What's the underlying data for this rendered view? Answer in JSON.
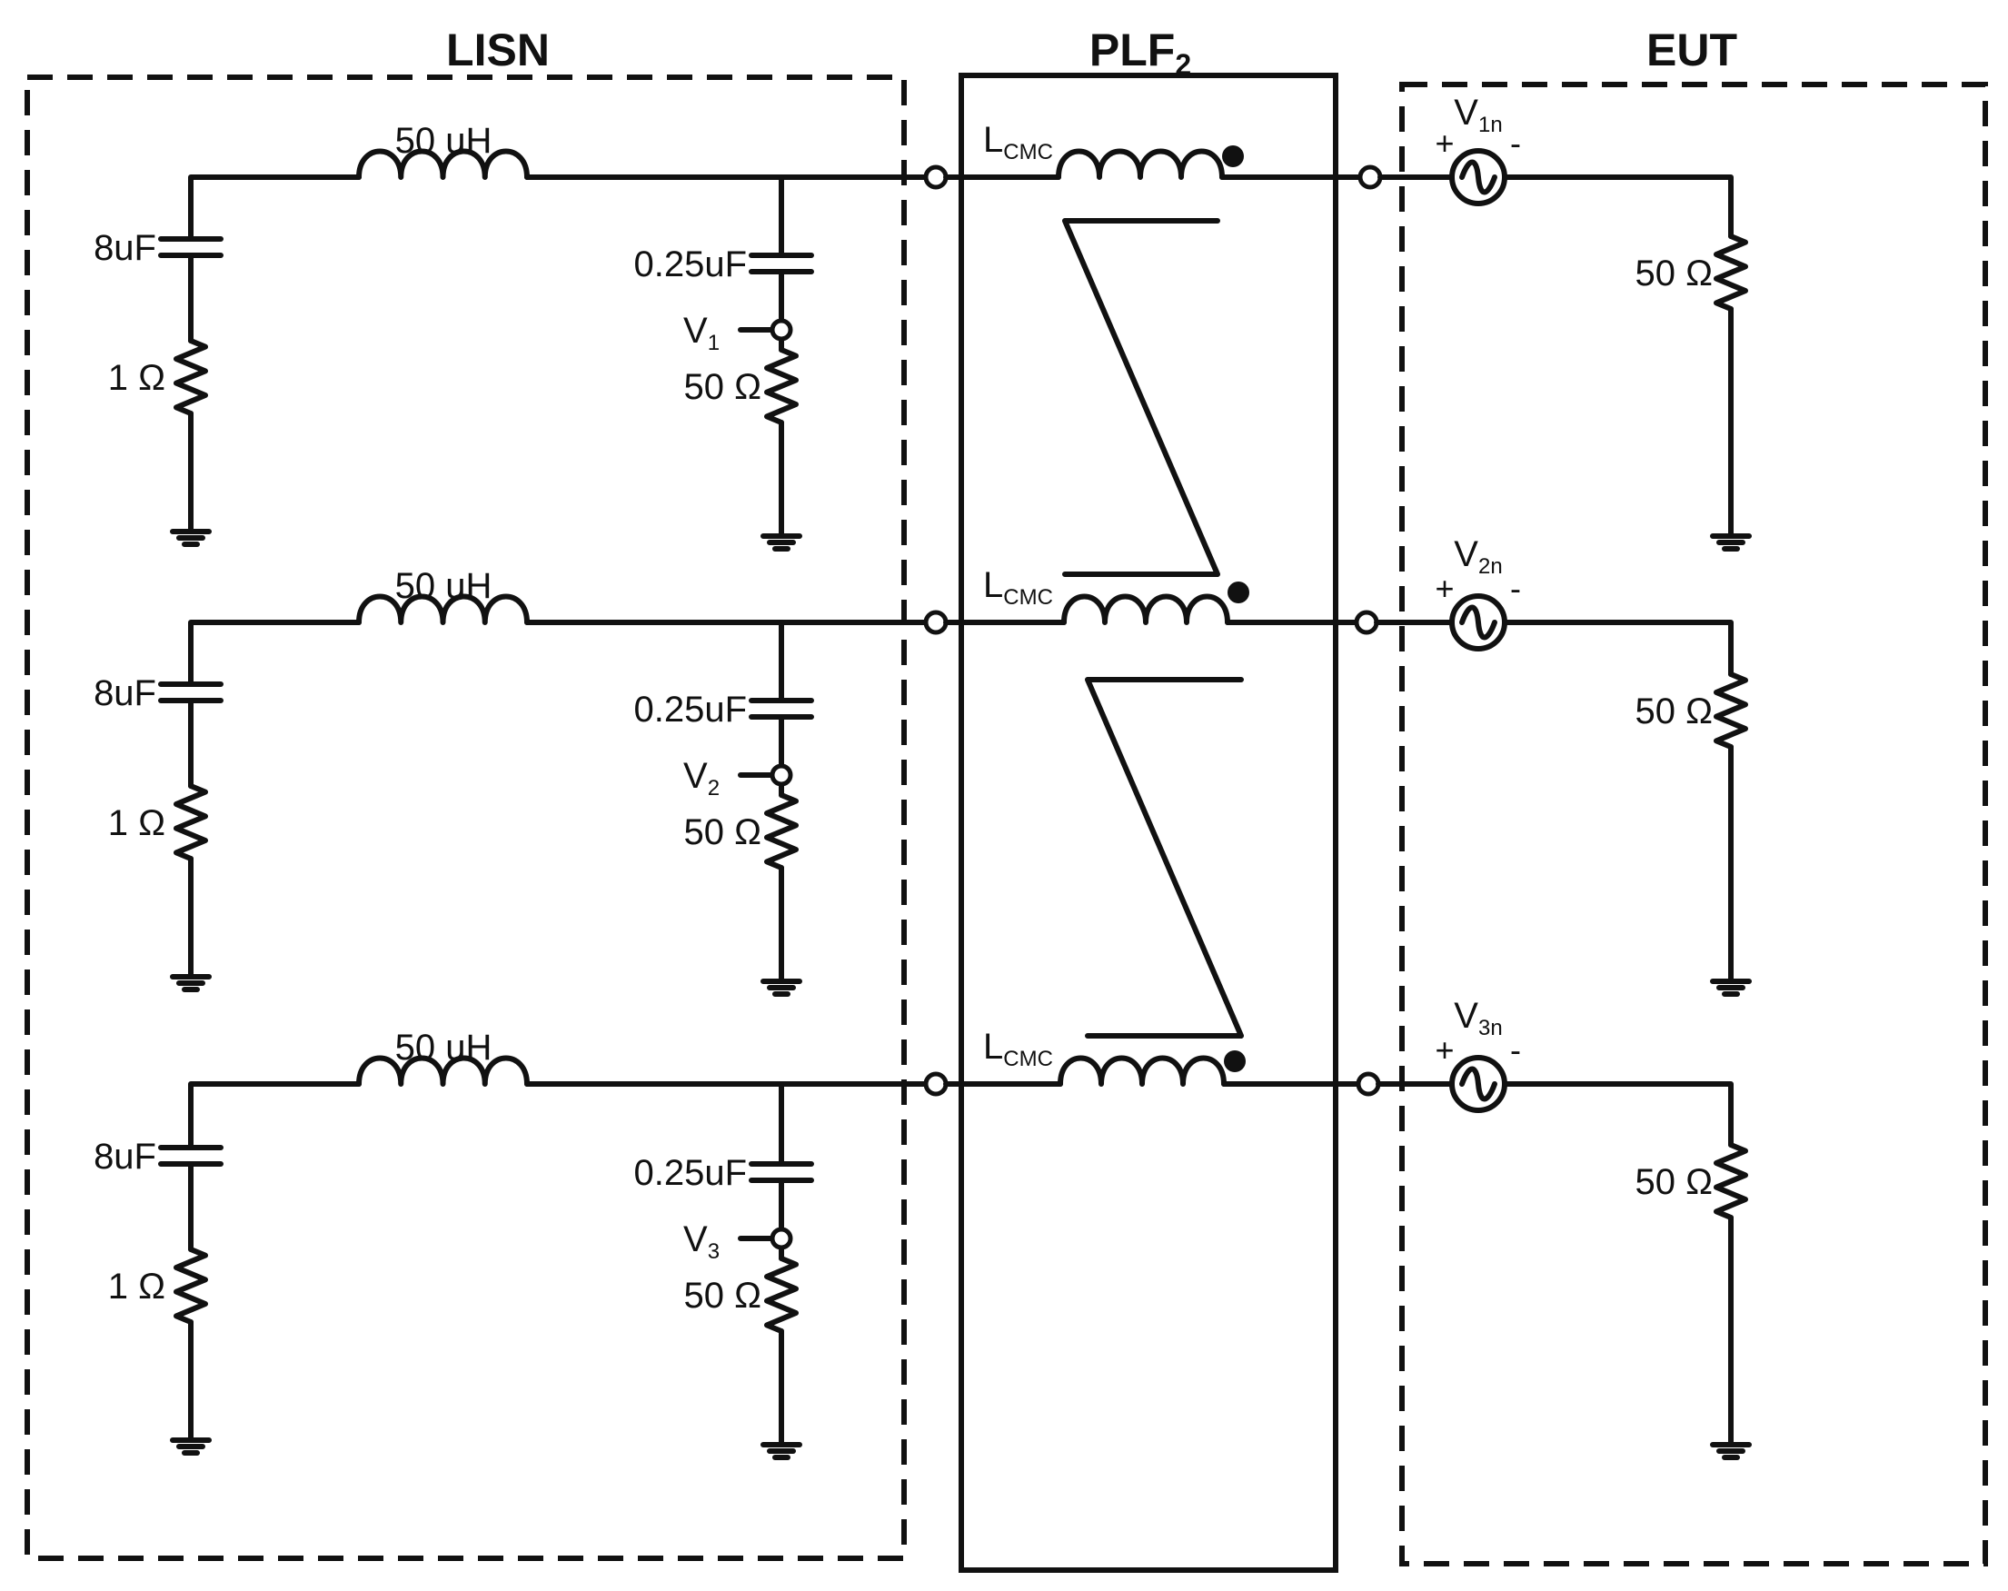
{
  "blocks": {
    "lisn": "LISN",
    "plf": {
      "main": "PLF",
      "sub": "2"
    },
    "eut": "EUT"
  },
  "rows": [
    {
      "lisn": {
        "inductor": "50 uH",
        "cap_left": "8uF",
        "res_left": "1 Ω",
        "cap_right": "0.25uF",
        "probe": {
          "main": "V",
          "sub": "1"
        },
        "res_right": "50 Ω"
      },
      "cmc": {
        "main": "L",
        "sub": "CMC"
      },
      "eut": {
        "source": {
          "main": "V",
          "sub": "1n"
        },
        "plus": "+",
        "minus": "-",
        "load": "50 Ω"
      }
    },
    {
      "lisn": {
        "inductor": "50 uH",
        "cap_left": "8uF",
        "res_left": "1 Ω",
        "cap_right": "0.25uF",
        "probe": {
          "main": "V",
          "sub": "2"
        },
        "res_right": "50 Ω"
      },
      "cmc": {
        "main": "L",
        "sub": "CMC"
      },
      "eut": {
        "source": {
          "main": "V",
          "sub": "2n"
        },
        "plus": "+",
        "minus": "-",
        "load": "50 Ω"
      }
    },
    {
      "lisn": {
        "inductor": "50 uH",
        "cap_left": "8uF",
        "res_left": "1 Ω",
        "cap_right": "0.25uF",
        "probe": {
          "main": "V",
          "sub": "3"
        },
        "res_right": "50 Ω"
      },
      "cmc": {
        "main": "L",
        "sub": "CMC"
      },
      "eut": {
        "source": {
          "main": "V",
          "sub": "3n"
        },
        "plus": "+",
        "minus": "-",
        "load": "50 Ω"
      }
    }
  ]
}
